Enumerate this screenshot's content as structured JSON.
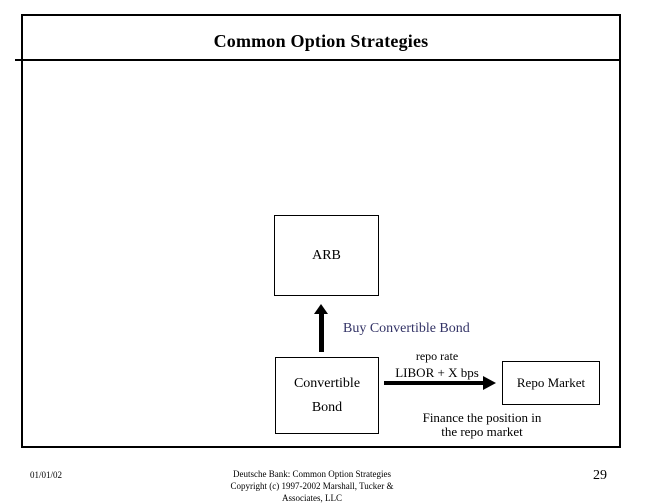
{
  "slide": {
    "title": "Common Option Strategies"
  },
  "boxes": {
    "arb": "ARB",
    "convertible_line1": "Convertible",
    "convertible_line2": "Bond",
    "repo_market": "Repo Market"
  },
  "annotations": {
    "buy_convertible": "Buy Convertible Bond",
    "repo_rate_line1": "repo rate",
    "repo_rate_line2": "LIBOR + X bps",
    "finance_line1": "Finance the position in",
    "finance_line2": "the repo market"
  },
  "footer": {
    "date": "01/01/02",
    "center_line1": "Deutsche Bank: Common Option Strategies",
    "center_line2": "Copyright (c) 1997-2002 Marshall, Tucker &",
    "center_line3": "Associates, LLC",
    "page_number": "29"
  },
  "colors": {
    "text": "#000000",
    "border": "#000000",
    "annotation_blue": "#333366"
  }
}
